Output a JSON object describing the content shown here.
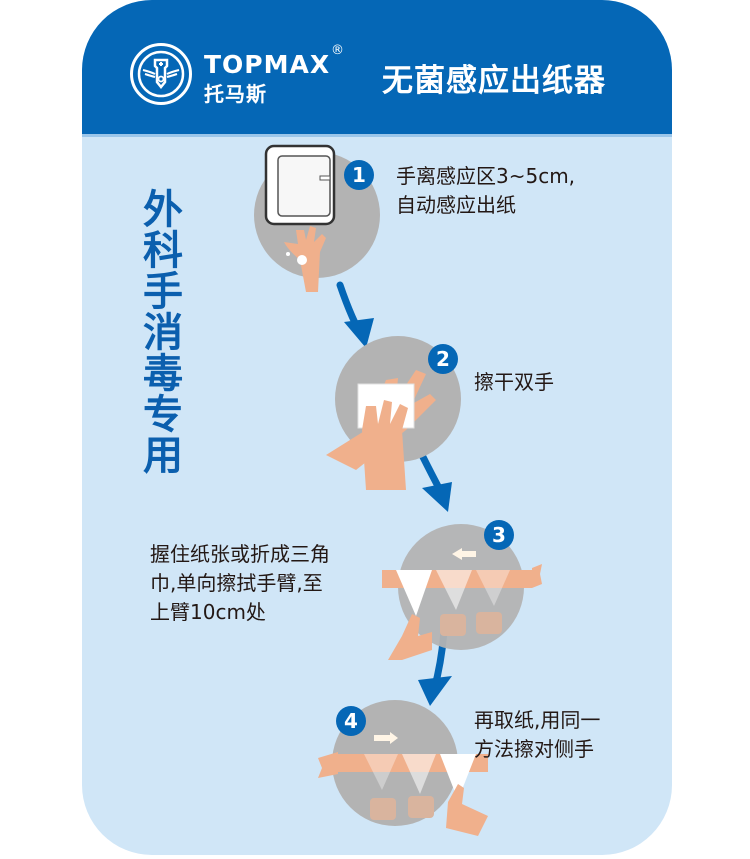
{
  "header": {
    "brand_en": "TOPMAX",
    "brand_reg": "®",
    "brand_cn": "托马斯",
    "title": "无菌感应出纸器",
    "colors": {
      "header_bg": "#0567b6",
      "card_bg": "#d0e6f7",
      "accent_text": "#0b5fae"
    }
  },
  "side_label": {
    "chars": [
      "外",
      "科",
      "手",
      "消",
      "毒",
      "专",
      "用"
    ]
  },
  "steps": [
    {
      "number": "1",
      "text_lines": [
        "手离感应区3~5cm,",
        "自动感应出纸"
      ],
      "icon": "hand-under-dispenser-icon"
    },
    {
      "number": "2",
      "text_lines": [
        "擦干双手"
      ],
      "icon": "hands-with-paper-towel-icon"
    },
    {
      "number": "3",
      "text_lines": [
        "握住纸张或折成三角",
        "巾,单向擦拭手臂,至",
        "上臂10cm处"
      ],
      "icon": "wipe-arm-left-icon"
    },
    {
      "number": "4",
      "text_lines": [
        "再取纸,用同一",
        "方法擦对侧手"
      ],
      "icon": "wipe-arm-right-icon"
    }
  ]
}
